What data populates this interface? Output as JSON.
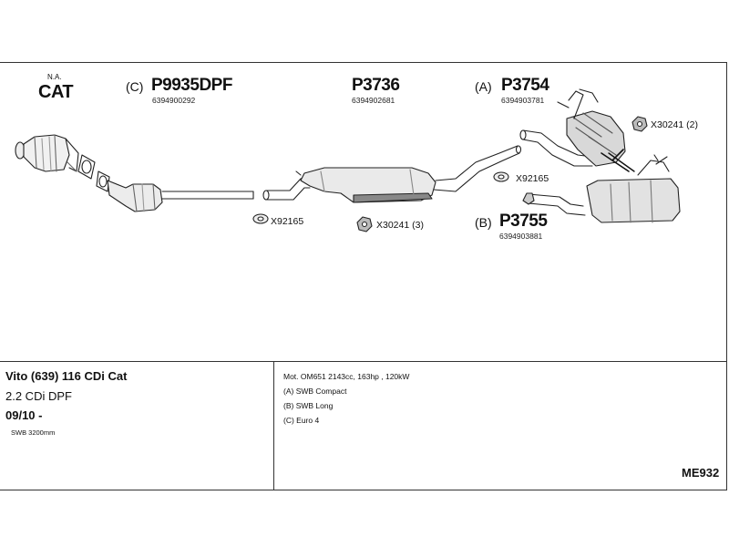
{
  "header": {
    "cat_superscript": "N.A.",
    "cat_label": "CAT"
  },
  "parts": [
    {
      "prefix": "(C)",
      "code": "P9935DPF",
      "number": "6394900292"
    },
    {
      "prefix": "",
      "code": "P3736",
      "number": "6394902681"
    },
    {
      "prefix": "(A)",
      "code": "P3754",
      "number": "6394903781"
    },
    {
      "prefix": "(B)",
      "code": "P3755",
      "number": "6394903881"
    }
  ],
  "hardware": {
    "gasket_left": "X92165",
    "clamp_mid": "X30241 (3)",
    "clamp_right": "X30241 (2)",
    "gasket_right": "X92165"
  },
  "vehicle": {
    "model": "Vito (639) 116 CDi Cat",
    "engine": "2.2 CDi DPF",
    "date": "09/10 -",
    "wheelbase": "SWB 3200mm"
  },
  "notes": {
    "motor": "Mot. OM651 2143cc, 163hp , 120kW",
    "a": "(A) SWB Compact",
    "b": "(B) SWB Long",
    "c": "(C) Euro 4"
  },
  "diagram_code": "ME932"
}
